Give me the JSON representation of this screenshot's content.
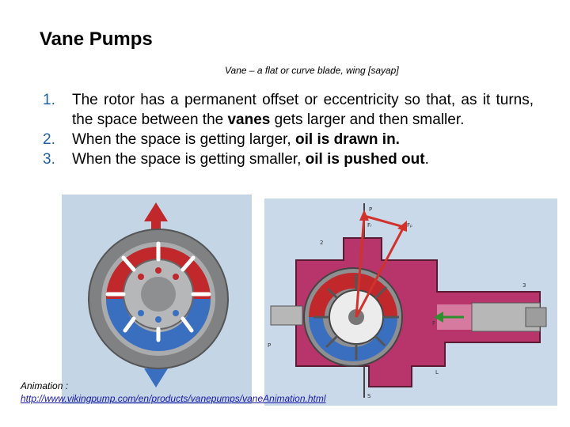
{
  "slide": {
    "title": "Vane Pumps",
    "subtitle": "Vane – a flat or curve blade, wing [sayap]",
    "points": [
      {
        "number": "1.",
        "pre": "The rotor has a permanent offset or eccentricity so that, as it turns, the space between the ",
        "bold": "vanes",
        "post": " gets larger and then smaller."
      },
      {
        "number": "2.",
        "pre": "When the space is getting larger, ",
        "bold": "oil is drawn in.",
        "post": ""
      },
      {
        "number": "3.",
        "pre": "When the space is getting smaller, ",
        "bold": "oil is pushed out",
        "post": "."
      }
    ],
    "animation_label": "Animation :",
    "animation_link": "http://www.vikingpump.com/en/products/vanepumps/vaneAnimation.html"
  },
  "diagram_labels": {
    "p_top": "P",
    "fr": "Fᵣ",
    "fp": "Fₚ",
    "p_left": "P",
    "n2": "2",
    "n3": "3",
    "f": "F",
    "l": "L",
    "s": "S"
  },
  "colors": {
    "oil_red": "#c0282c",
    "oil_blue": "#3a6fc0",
    "housing_magenta": "#b8356b",
    "arrow_green": "#2f8f2f",
    "link_blue": "#1a1aa6"
  }
}
